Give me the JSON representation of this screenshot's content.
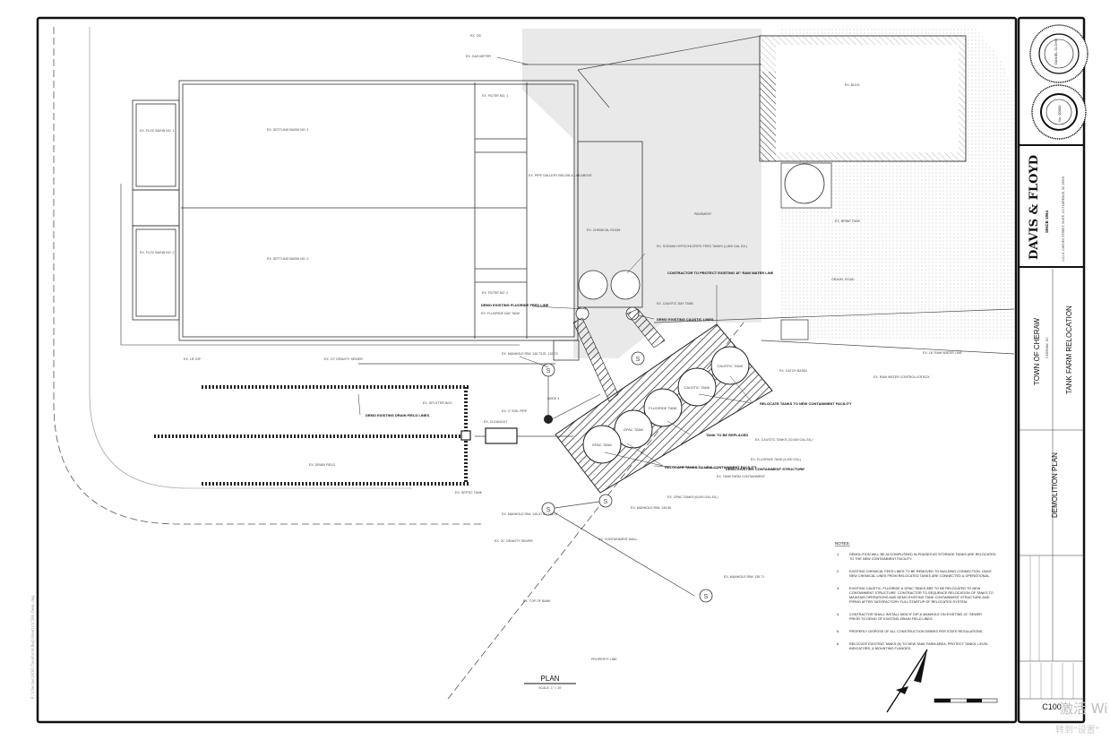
{
  "plan_labels": {
    "filter1": "EX. FILTER NO. 1",
    "settling1": "EX. SETTLING BASIN NO. 1",
    "settling2": "EX. SETTLING BASIN NO. 2",
    "floc1": "EX. FLOC BASIN NO. 1",
    "floc2": "EX. FLOC BASIN NO. 2",
    "filter2": "EX. FILTER NO. 2",
    "pipe_gallery": "EX. PIPE GALLERY BELOW & LAB ABOVE",
    "chemical_room": "EX. CHEMICAL ROOM",
    "sodium_hypo": "EX. SODIUM HYPOCHLORITE FEED TANKS (1,800 GAL EA.)",
    "caustic_day": "EX. CAUSTIC DAY TANK",
    "fluoride_day": "EX. FLUORIDE DAY TANK",
    "demo_fluoride_pipe": "DEMO EXISTING FLUORIDE FEED LINE",
    "demo_caustic": "DEMO EXISTING CAUSTIC LINES",
    "contractor_protect": "CONTRACTOR TO PROTECT EXISTING 16\" RAW WATER LINE",
    "pavement": "PAVEMENT",
    "gravel_road": "GRAVEL ROAD",
    "brine_tank": "EX. BRINE TANK",
    "bldg": "EX. BLDG",
    "gas_meter": "EX. GAS METER",
    "ex_cb": "EX. CB",
    "dip18": "EX. 18\" DIP",
    "gravity_sewer": "EX. 10\" GRAVITY SEWER",
    "manhole1": "EX. MANHOLE RIM: 136.73 IE: 132.73",
    "demo_drain": "DEMO EXISTING DRAIN FIELD LINES",
    "splitter": "EX. SPLITTER BOX",
    "septic_tank": "EX. SEPTIC TANK",
    "drain_field": "EX. DRAIN FIELD",
    "soil_pipe": "EX. 4\" SOIL PIPE",
    "cleanout": "EX. CLEANOUT",
    "manhole2": "EX. MANHOLE RIM: 135.07 IE: 131.07",
    "gravity21": "EX. 21\" GRAVITY SEWER",
    "manhole3": "EX. MANHOLE RIM: 139.56",
    "containment_wall": "EX. CONTAINMENT WALL",
    "manhole4": "EX. MANHOLE RIM: 135.71",
    "top_bank": "EX. TOP OF BANK",
    "property_line": "PROPERTY LINE",
    "catch_basin": "EX. CATCH BASIN",
    "raw_water_line": "EX. 16\" RAW WATER LINE",
    "raw_water_ctrl": "EX. RAW WATER CONTROLLER BOX",
    "relocate_tanks": "RELOCATE TANKS TO NEW CONTAINMENT FACILITY",
    "tank_replaced": "TANK TO BE REPLACED",
    "caustic_tanks": "EX. CAUSTIC TANKS (10,000 GAL EA.)",
    "fluoride_tank": "EX. FLUORIDE TANK (4,000 GAL)",
    "tank_farm_cont": "EX. TANK FARM CONTAINMENT",
    "relocate_tanks2": "RELOCATE TANKS TO NEW CONTAINMENT FACILITY",
    "demo_containment": "DEMO EXISTING CONTAINMENT STRUCTURE",
    "gpac_tanks": "EX. GPAC TANKS (6,000 GAL EA.)",
    "node": "NODE 4",
    "tank_caustic": "CAUSTIC TANK",
    "tank_fluoride": "FLUORIDE TANK",
    "tank_gpac": "GPAC TANK"
  },
  "plan_title": "PLAN",
  "plan_scale": "SCALE: 1\" = 10'",
  "notes": {
    "heading": "NOTES:",
    "items": [
      {
        "n": "1.",
        "text": "DEMOLITION WILL BE ACCOMPLISHED IN PHASES AS STORAGE TANKS ARE RELOCATED TO THE NEW CONTAINMENT FACILITY."
      },
      {
        "n": "2.",
        "text": "EXISTING CHEMICAL FEED LINES TO BE REMOVED TO BUILDING CONNECTION. ONCE NEW CHEMICAL LINES FROM RELOCATED TANKS ARE CONNECTED & OPERATIONAL."
      },
      {
        "n": "3.",
        "text": "EXISTING CAUSTIC, FLUORIDE & GPAC TANKS ARE TO BE RELOCATED TO NEW CONTAINMENT STRUCTURE. CONTRACTOR TO SEQUENCE RELOCATION OF TANKS TO MAINTAIN OPERATIONS AND DEMO EXISTING TANK CONTAINMENT STRUCTURE AND PIPING AFTER SATISFACTORY FULL STARTUP OF RELOCATED SYSTEM."
      },
      {
        "n": "4.",
        "text": "CONTRACTOR SHALL INSTALL NEW 8\" DIP & MANHOLE ON EXISTING 21\" SEWER PRIOR TO DEMO OF EXISTING DRAIN FIELD LINES."
      },
      {
        "n": "5.",
        "text": "PROPERLY DISPOSE OF ALL CONSTRUCTION DEBRIS PER STATE REGULATIONS."
      },
      {
        "n": "6.",
        "text": "RELOCATE EXISTING TANKS (6) TO NEW TANK FARM AREA. PROTECT TANKS, LEVEL INDICATORS, & MOUNTING FLANGES."
      }
    ]
  },
  "title_block": {
    "firm_name": "DAVIS & FLOYD",
    "firm_tagline": "SINCE 1954",
    "firm_address": "1011 E. CHEVES STREET, SUITE 100  FLORENCE, SC 29506",
    "client": "TOWN OF CHERAW",
    "client_loc": "CHERAW, SC",
    "project": "TANK FARM RELOCATION",
    "sheet_title": "DEMOLITION PLAN",
    "sheet_number": "C100",
    "seal1_name": "DANIEL CLOYD",
    "seal2_name": "No. 00000"
  },
  "watermark": {
    "line1": "激活 Wi",
    "line2": "转到\"设置\""
  },
  "side_path": "P:\\Cheraw\\2018\\TankFarm\\Dwg\\Sheets\\C100-Demo.dwg"
}
